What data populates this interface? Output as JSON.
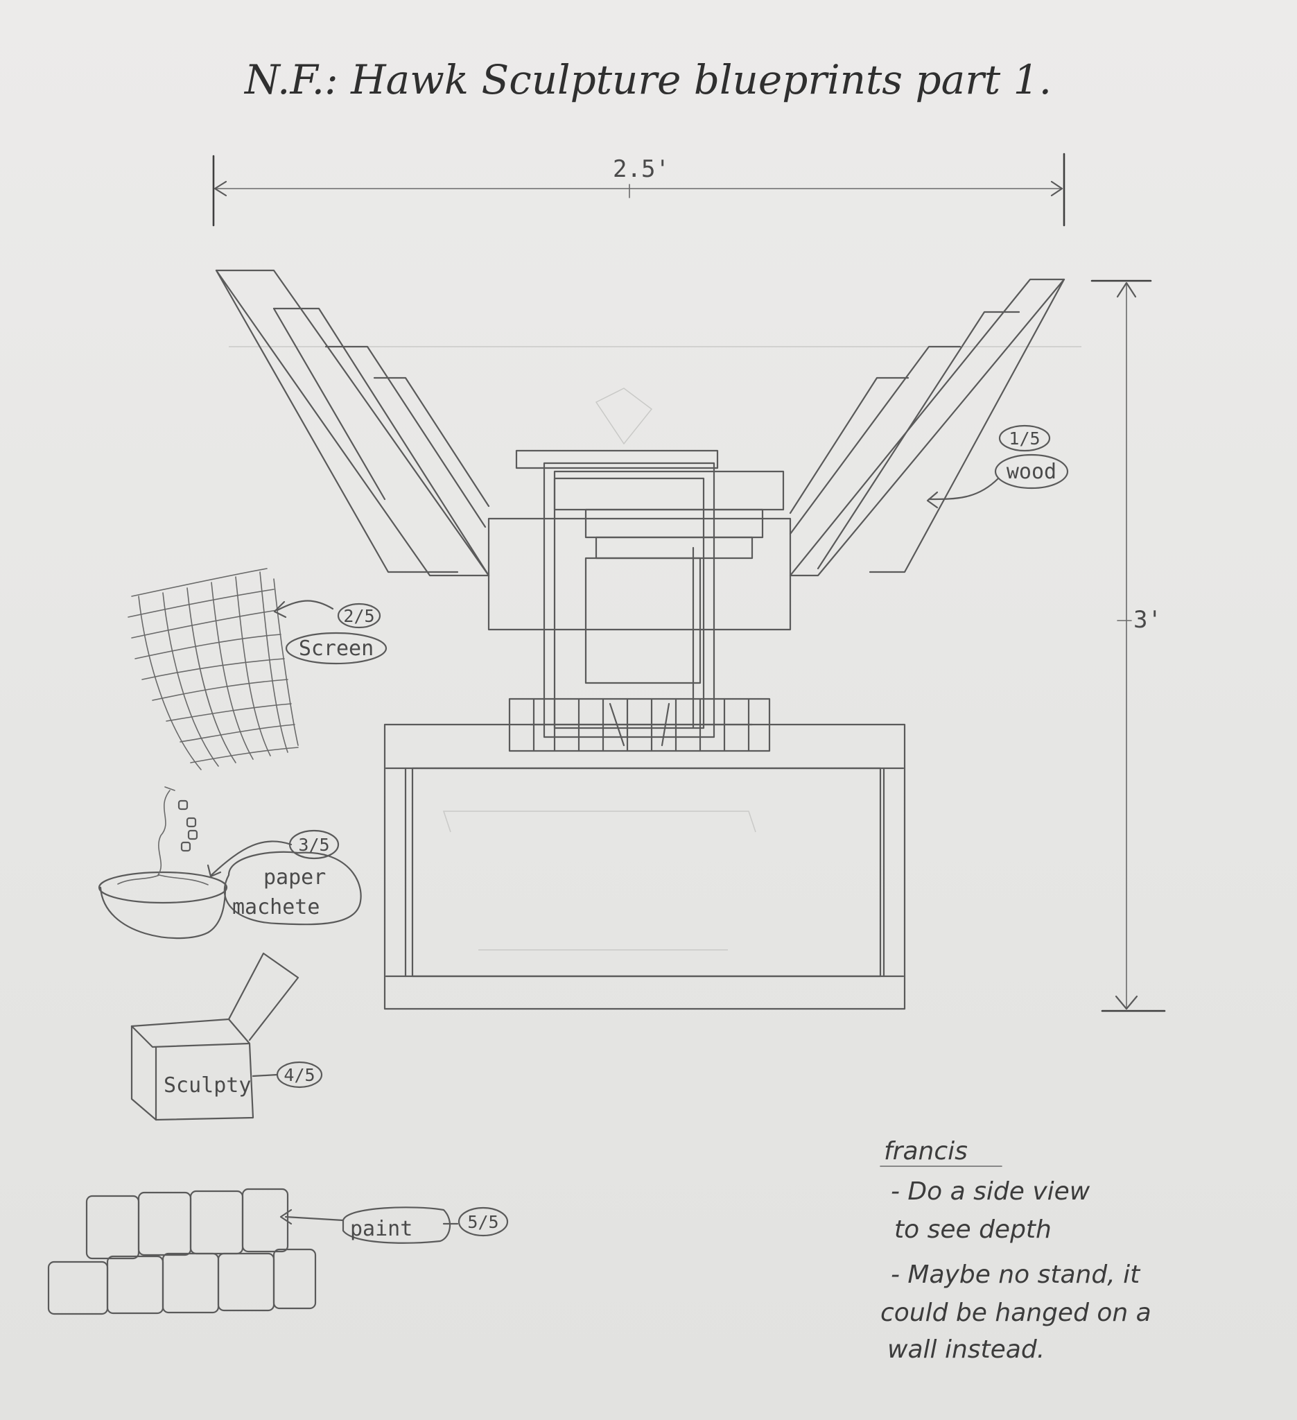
{
  "title": "N.F.: Hawk Sculpture blueprints part 1.",
  "dimensions": {
    "width": "2.5'",
    "height": "3'"
  },
  "materials": [
    {
      "fraction": "1/5",
      "label": "wood"
    },
    {
      "fraction": "2/5",
      "label": "Screen"
    },
    {
      "fraction": "3/5",
      "label_line1": "paper",
      "label_line2": "machete"
    },
    {
      "fraction": "4/5",
      "label": "Sculpty"
    },
    {
      "fraction": "5/5",
      "label": "paint"
    }
  ],
  "notes": {
    "author": "francis",
    "line1": "- Do a side view",
    "line2": "to see depth",
    "line3": "- Maybe no stand, it",
    "line4": "could be hanged on a",
    "line5": "wall instead."
  }
}
